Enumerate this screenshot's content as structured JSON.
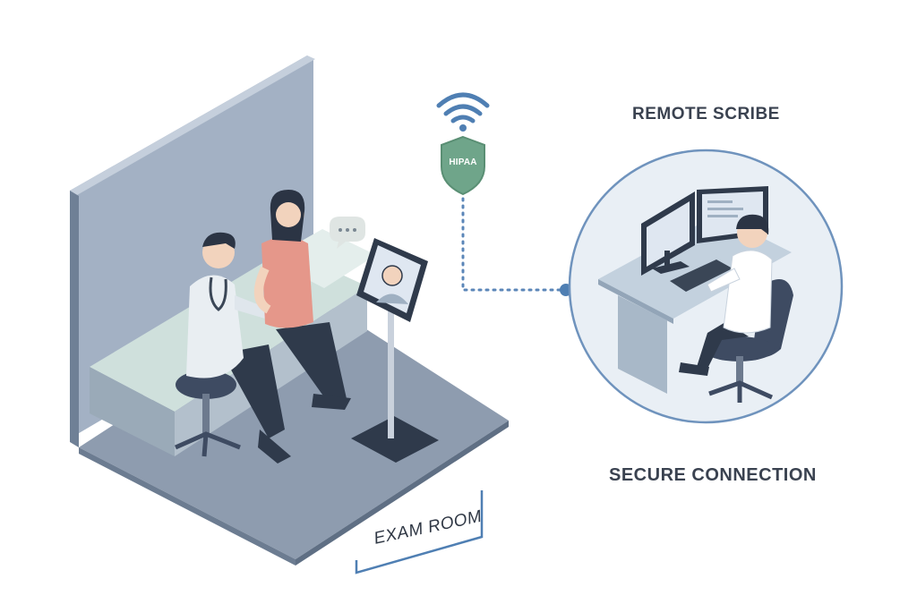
{
  "labels": {
    "remote_scribe": "REMOTE SCRIBE",
    "secure_connection": "SECURE CONNECTION",
    "exam_room": "EXAM ROOM",
    "hipaa": "HIPAA"
  },
  "colors": {
    "wall": "#9fadbf",
    "wall_dark": "#7d8ea3",
    "floor": "#8f9db0",
    "accent_blue": "#4f7fb3",
    "shield_green": "#6fa58a",
    "bed": "#cfe0dc",
    "connection_line": "#5b86b8"
  },
  "icons": [
    "wifi-icon",
    "hipaa-shield-icon",
    "chat-bubble-icon"
  ]
}
